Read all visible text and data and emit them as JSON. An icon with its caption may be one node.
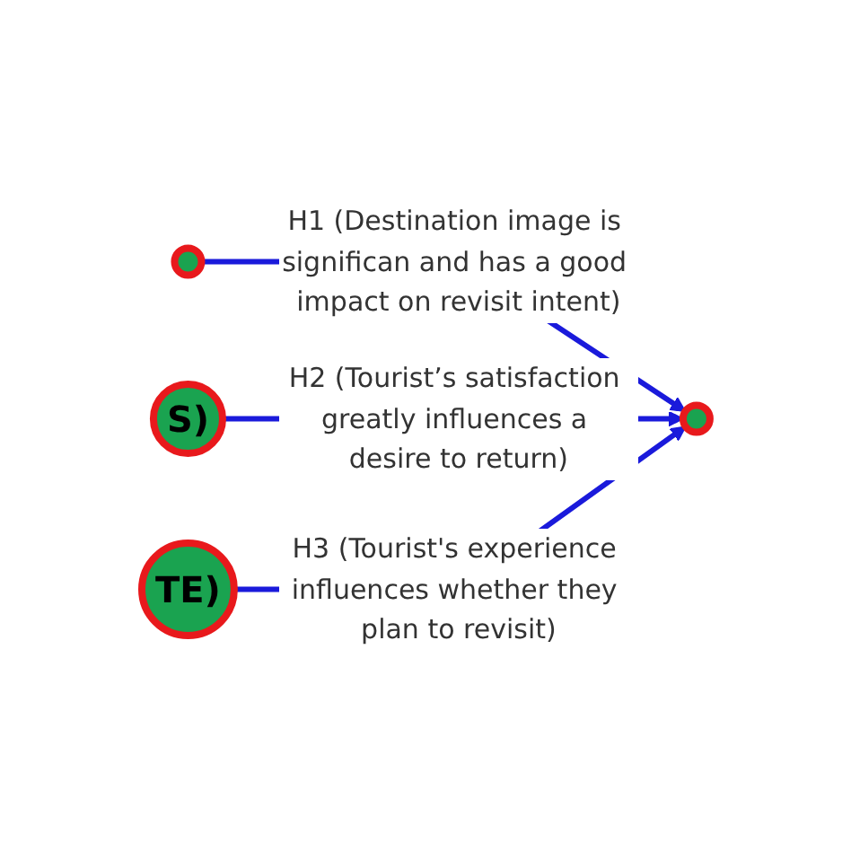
{
  "diagram": {
    "nodes": [
      {
        "text": [],
        "shape": "ellipse"
      },
      {
        "text": [
          "S)"
        ]
      },
      {
        "text": [
          "TE)"
        ]
      },
      {
        "text": [],
        "shape": "ellipse"
      }
    ],
    "edges": [
      {
        "from": 0,
        "to": 3,
        "arrow": "to",
        "label": "H1 (Destination image is significan and has a good impact on revisit intent)"
      },
      {
        "from": 1,
        "to": 3,
        "arrow": "to",
        "label": "H2 (Tourist’s satisfaction greatly influences a desire to return)"
      },
      {
        "from": 2,
        "to": 3,
        "arrow": "to",
        "label": "H3 (Tourist's experience influences whether they plan to revisit)"
      }
    ]
  }
}
